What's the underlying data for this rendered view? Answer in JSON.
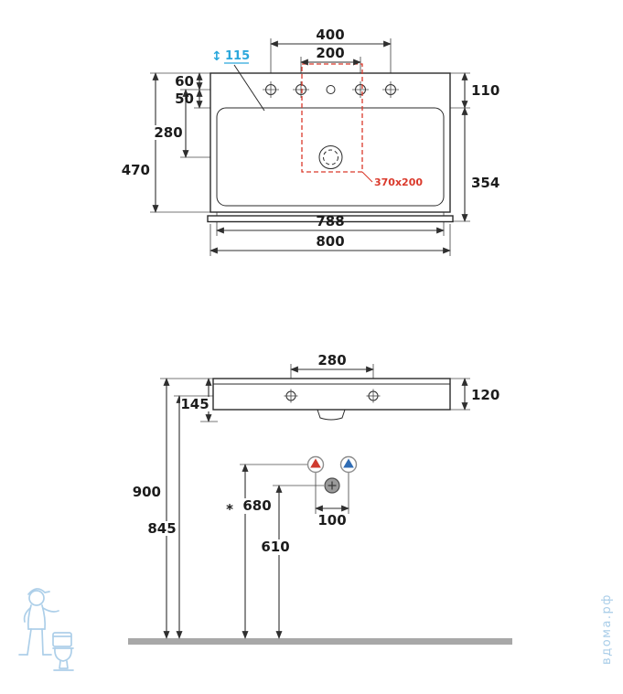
{
  "colors": {
    "line": "#2f2f2f",
    "accent_red": "#da392b",
    "accent_cyan": "#2aa7dc",
    "hot": "#cf3a2e",
    "cold": "#2f6cb4",
    "ground": "#a8a8a8",
    "watermark": "#a9cde8"
  },
  "icons": {
    "height_arrow": "↕"
  },
  "top_view": {
    "dims": {
      "tap_span": "400",
      "tap_inner_span": "200",
      "install_note": "115",
      "edge_to_taps": "60",
      "taps_to_bowl": "50",
      "taps_to_drain": "280",
      "depth": "470",
      "deck_depth": "110",
      "bowl_depth": "354",
      "width_inner": "788",
      "width_outer": "800"
    },
    "cutout_label": "370x200"
  },
  "front_view": {
    "dims": {
      "anchor_span": "280",
      "rim_to_trap": "145",
      "height": "120",
      "floor_to_rim": "900",
      "floor_to_anchors": "845",
      "floor_to_valves_prefix": "*",
      "floor_to_valves": "680",
      "floor_to_drain": "610",
      "valve_span": "100"
    }
  },
  "watermark": {
    "text": "вдома.рф"
  }
}
